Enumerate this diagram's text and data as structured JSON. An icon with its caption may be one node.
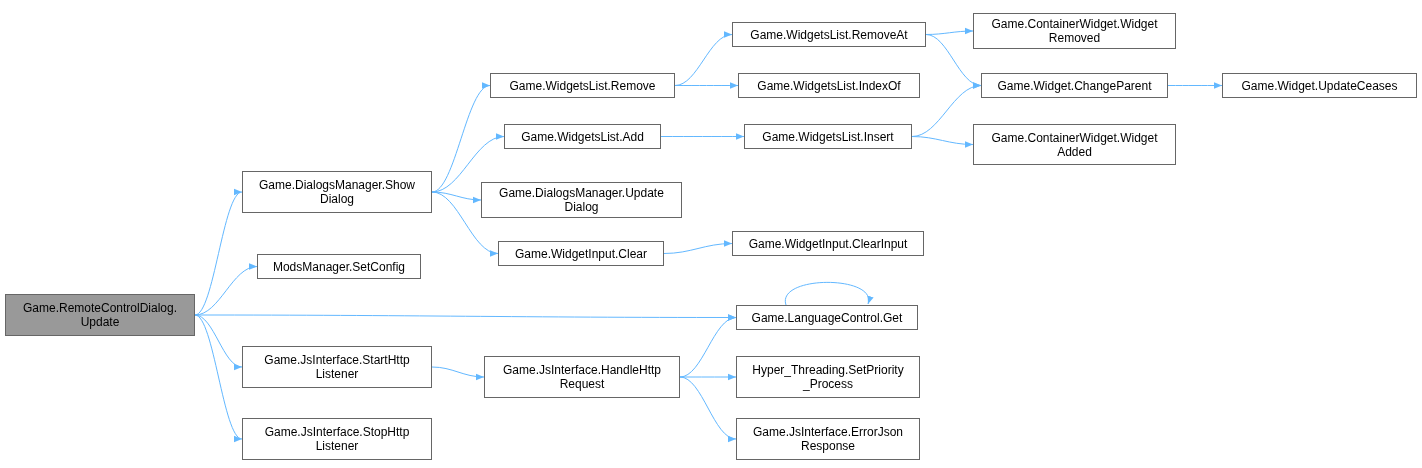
{
  "diagram": {
    "nodes": [
      {
        "text": [
          "Game.RemoteControlDialog. Update"
        ]
      },
      {
        "text": [
          "Game.DialogsManager.Show Dialog"
        ]
      },
      {
        "text": [
          "ModsManager.SetConfig"
        ]
      },
      {
        "text": [
          "Game.LanguageControl.Get"
        ]
      },
      {
        "text": [
          "Game.JsInterface.StartHttp Listener"
        ]
      },
      {
        "text": [
          "Game.JsInterface.StopHttp Listener"
        ]
      },
      {
        "text": [
          "Game.WidgetsList.Remove"
        ]
      },
      {
        "text": [
          "Game.WidgetsList.Add"
        ]
      },
      {
        "text": [
          "Game.DialogsManager.Update Dialog"
        ]
      },
      {
        "text": [
          "Game.WidgetInput.Clear"
        ]
      },
      {
        "text": [
          "Game.WidgetsList.RemoveAt"
        ]
      },
      {
        "text": [
          "Game.WidgetsList.IndexOf"
        ]
      },
      {
        "text": [
          "Game.WidgetsList.Insert"
        ]
      },
      {
        "text": [
          "Game.WidgetInput.ClearInput"
        ]
      },
      {
        "text": [
          "Game.ContainerWidget.Widget Removed"
        ]
      },
      {
        "text": [
          "Game.Widget.ChangeParent"
        ]
      },
      {
        "text": [
          "Game.ContainerWidget.Widget Added"
        ]
      },
      {
        "text": [
          "Game.Widget.UpdateCeases"
        ]
      },
      {
        "text": [
          "Game.JsInterface.HandleHttp Request"
        ]
      },
      {
        "text": [
          "Hyper_Threading.SetPriority _Process"
        ]
      },
      {
        "text": [
          "Game.JsInterface.ErrorJson Response"
        ]
      }
    ],
    "edges": [
      {
        "from": 0,
        "to": 1,
        "arrow": "to"
      },
      {
        "from": 0,
        "to": 2,
        "arrow": "to"
      },
      {
        "from": 0,
        "to": 3,
        "arrow": "to"
      },
      {
        "from": 0,
        "to": 4,
        "arrow": "to"
      },
      {
        "from": 0,
        "to": 5,
        "arrow": "to"
      },
      {
        "from": 1,
        "to": 6,
        "arrow": "to"
      },
      {
        "from": 1,
        "to": 7,
        "arrow": "to"
      },
      {
        "from": 1,
        "to": 8,
        "arrow": "to"
      },
      {
        "from": 1,
        "to": 9,
        "arrow": "to"
      },
      {
        "from": 6,
        "to": 10,
        "arrow": "to"
      },
      {
        "from": 6,
        "to": 11,
        "arrow": "to"
      },
      {
        "from": 7,
        "to": 12,
        "arrow": "to"
      },
      {
        "from": 9,
        "to": 13,
        "arrow": "to"
      },
      {
        "from": 10,
        "to": 14,
        "arrow": "to"
      },
      {
        "from": 10,
        "to": 15,
        "arrow": "to"
      },
      {
        "from": 12,
        "to": 15,
        "arrow": "to"
      },
      {
        "from": 12,
        "to": 16,
        "arrow": "to"
      },
      {
        "from": 15,
        "to": 17,
        "arrow": "to"
      },
      {
        "from": 3,
        "to": 3,
        "arrow": "to"
      },
      {
        "from": 4,
        "to": 18,
        "arrow": "to"
      },
      {
        "from": 18,
        "to": 3,
        "arrow": "to"
      },
      {
        "from": 18,
        "to": 19,
        "arrow": "to"
      },
      {
        "from": 18,
        "to": 20,
        "arrow": "to"
      }
    ]
  }
}
